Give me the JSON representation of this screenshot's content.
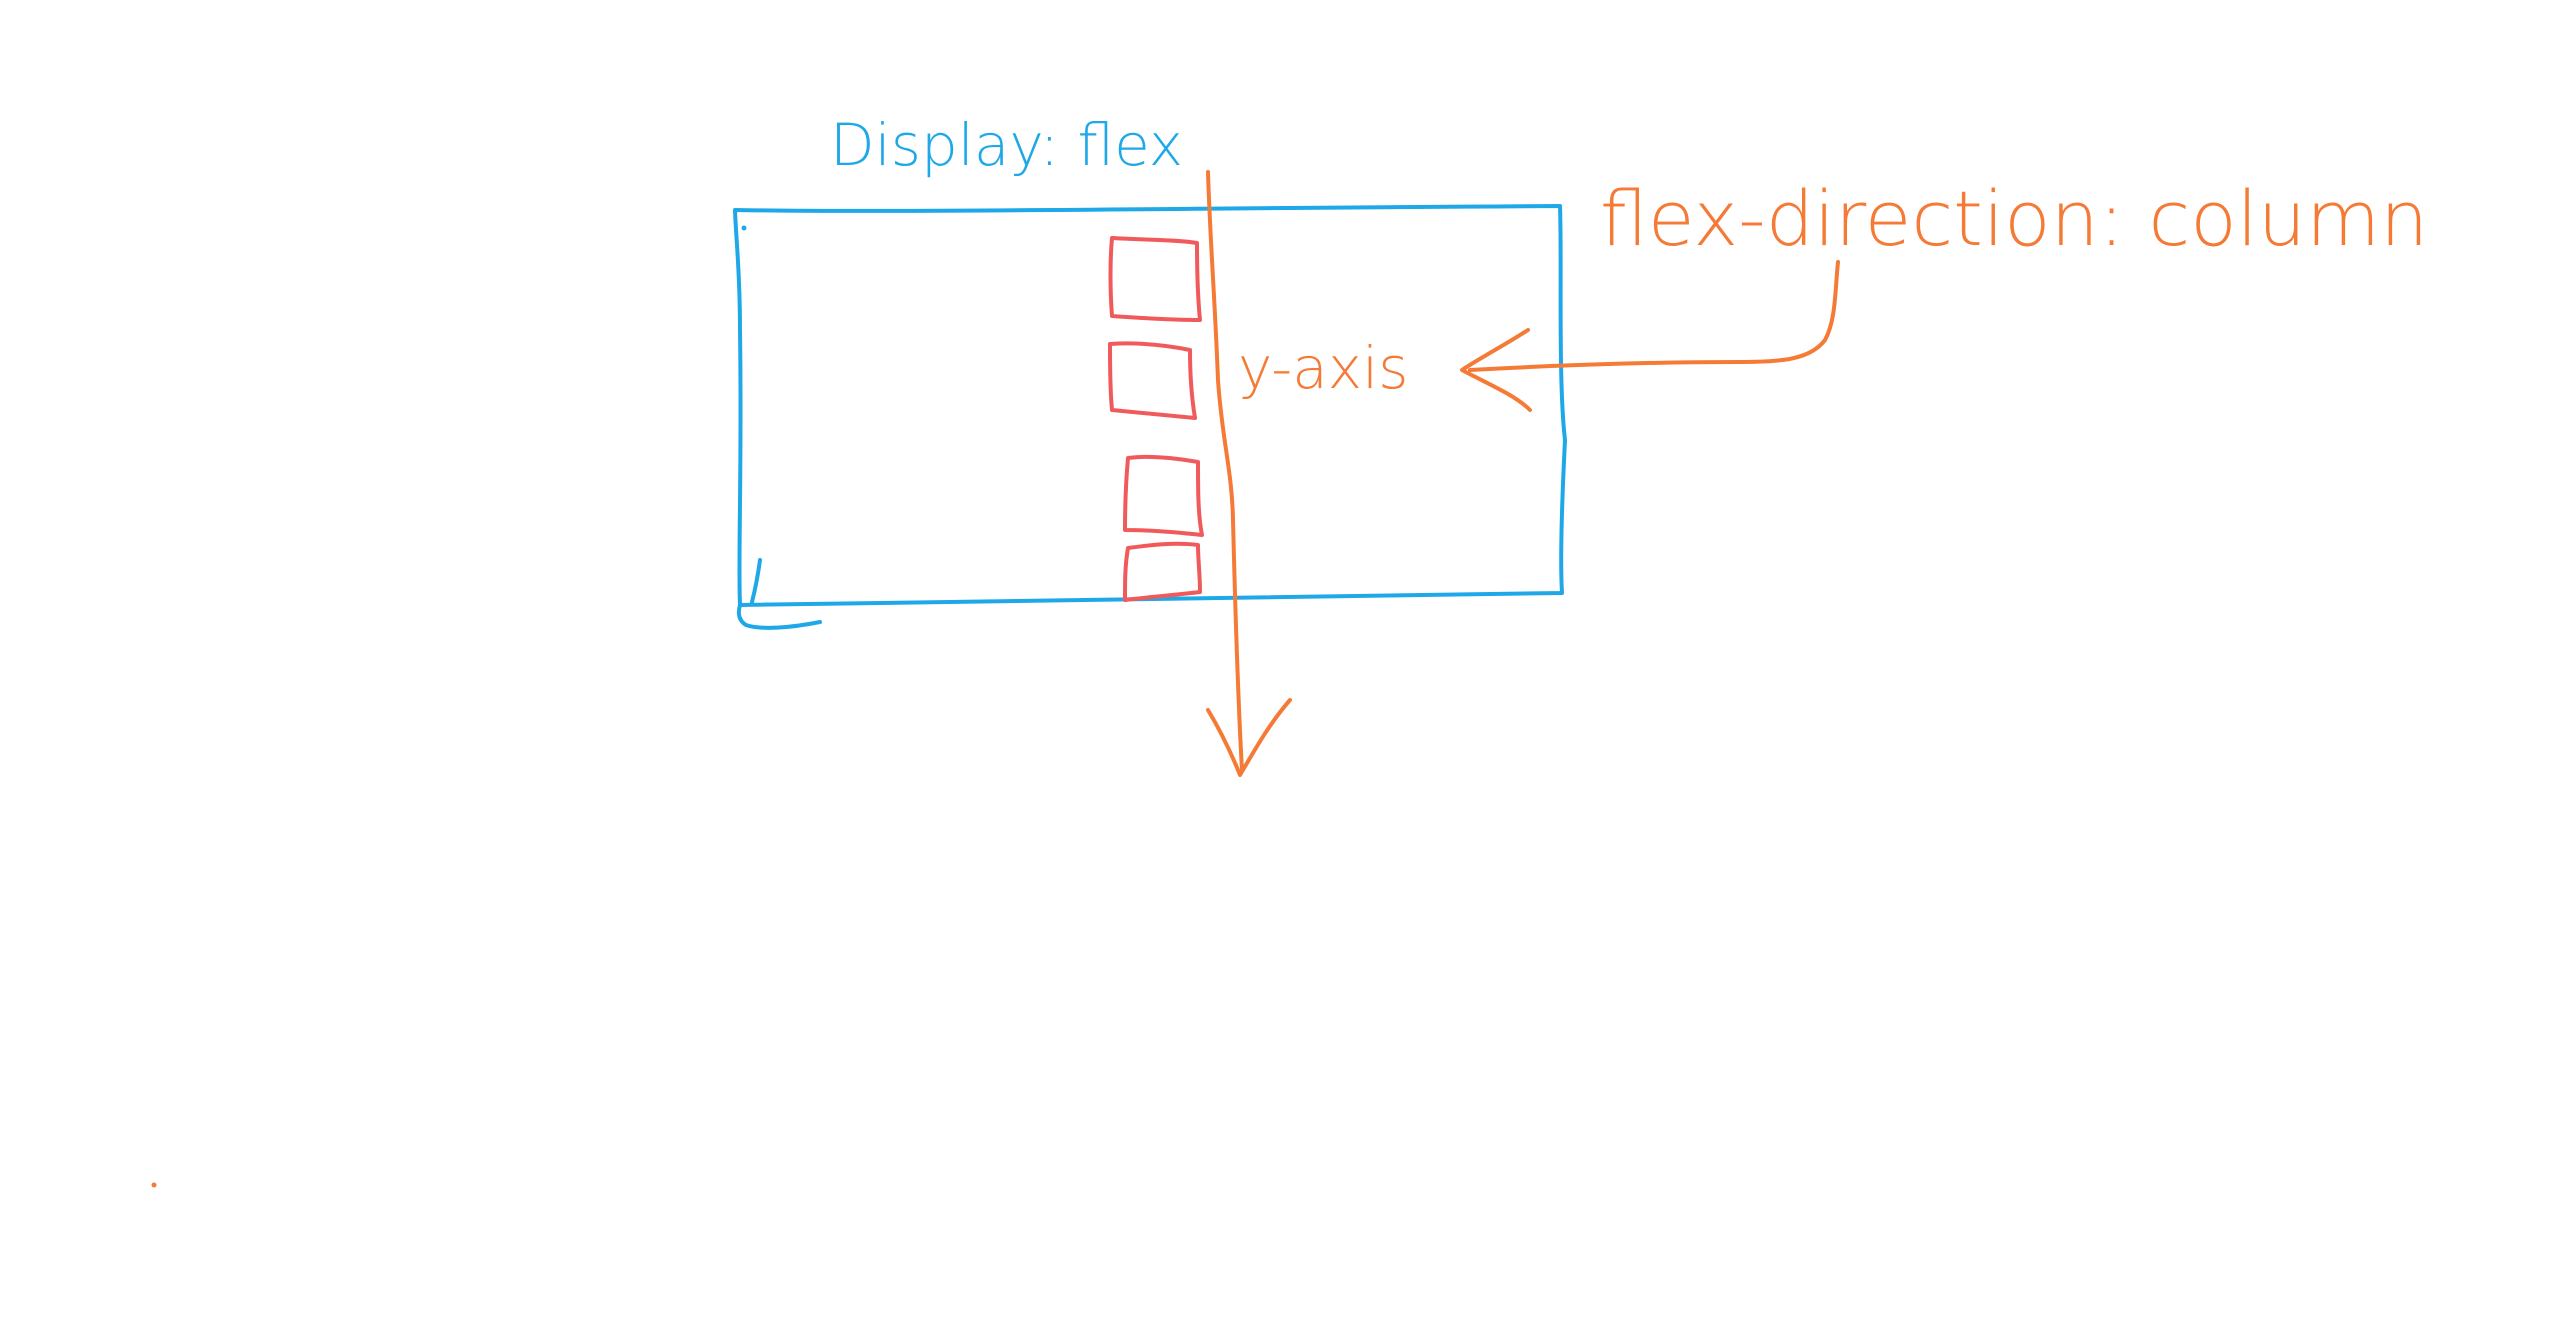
{
  "labels": {
    "container": "Display: flex",
    "direction": "flex-direction: column",
    "axis": "y-axis"
  },
  "colors": {
    "background": "#ffffff",
    "container": "#1fa8e8",
    "items": "#f05a5a",
    "annotation": "#f47a36"
  }
}
